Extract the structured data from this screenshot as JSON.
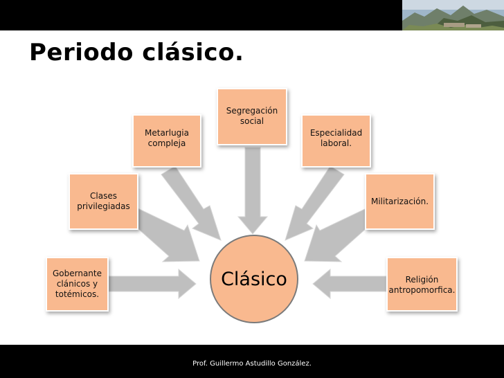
{
  "slide": {
    "title": "Periodo clásico.",
    "footer": "Prof. Guillermo Astudillo González."
  },
  "diagram": {
    "center": "Clásico",
    "nodes": [
      {
        "id": "gobernante",
        "label": "Gobernante\nclánicos y\ntotémicos."
      },
      {
        "id": "clases",
        "label": "Clases\nprivilegiadas"
      },
      {
        "id": "metarlugia",
        "label": "Metarlugia\ncompleja"
      },
      {
        "id": "segregacion",
        "label": "Segregación\nsocial"
      },
      {
        "id": "especialidad",
        "label": "Especialidad\nlaboral."
      },
      {
        "id": "militarizacion",
        "label": "Militarización."
      },
      {
        "id": "religion",
        "label": "Religión\nantropomorfica."
      }
    ]
  },
  "colors": {
    "box_fill": "#f9b98f",
    "arrow_fill": "#bfbfbf",
    "bars": "#000000"
  },
  "images": {
    "header_photo": "mountain-ruins-photo"
  }
}
